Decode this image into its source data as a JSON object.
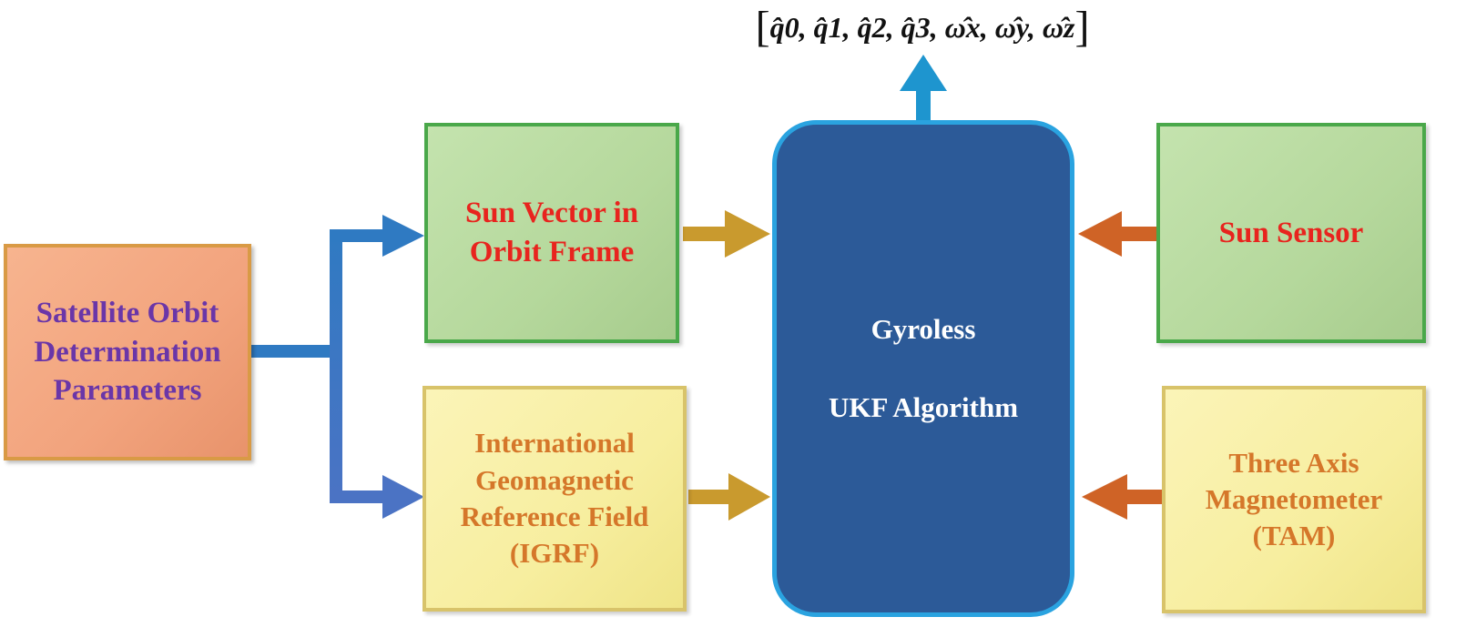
{
  "output": {
    "state_vector": "q̂0, q̂1, q̂2, q̂3, ω̂x, ω̂y, ω̂z"
  },
  "blocks": {
    "orbit_params": {
      "label": "Satellite Orbit\nDetermination\nParameters"
    },
    "sun_vector_orbit": {
      "label": "Sun Vector in\nOrbit Frame"
    },
    "igrf": {
      "label": "International\nGeomagnetic\nReference Field\n(IGRF)"
    },
    "ukf": {
      "line1": "Gyroless",
      "line2": "UKF Algorithm"
    },
    "sun_sensor": {
      "label": "Sun Sensor"
    },
    "tam": {
      "label": "Three Axis\nMagnetometer\n(TAM)"
    }
  },
  "colors": {
    "blue_arrow": "#2f7ac2",
    "gold_arrow": "#c99a2e",
    "orange_arrow": "#cf6326",
    "output_arrow": "#1e95cf"
  }
}
